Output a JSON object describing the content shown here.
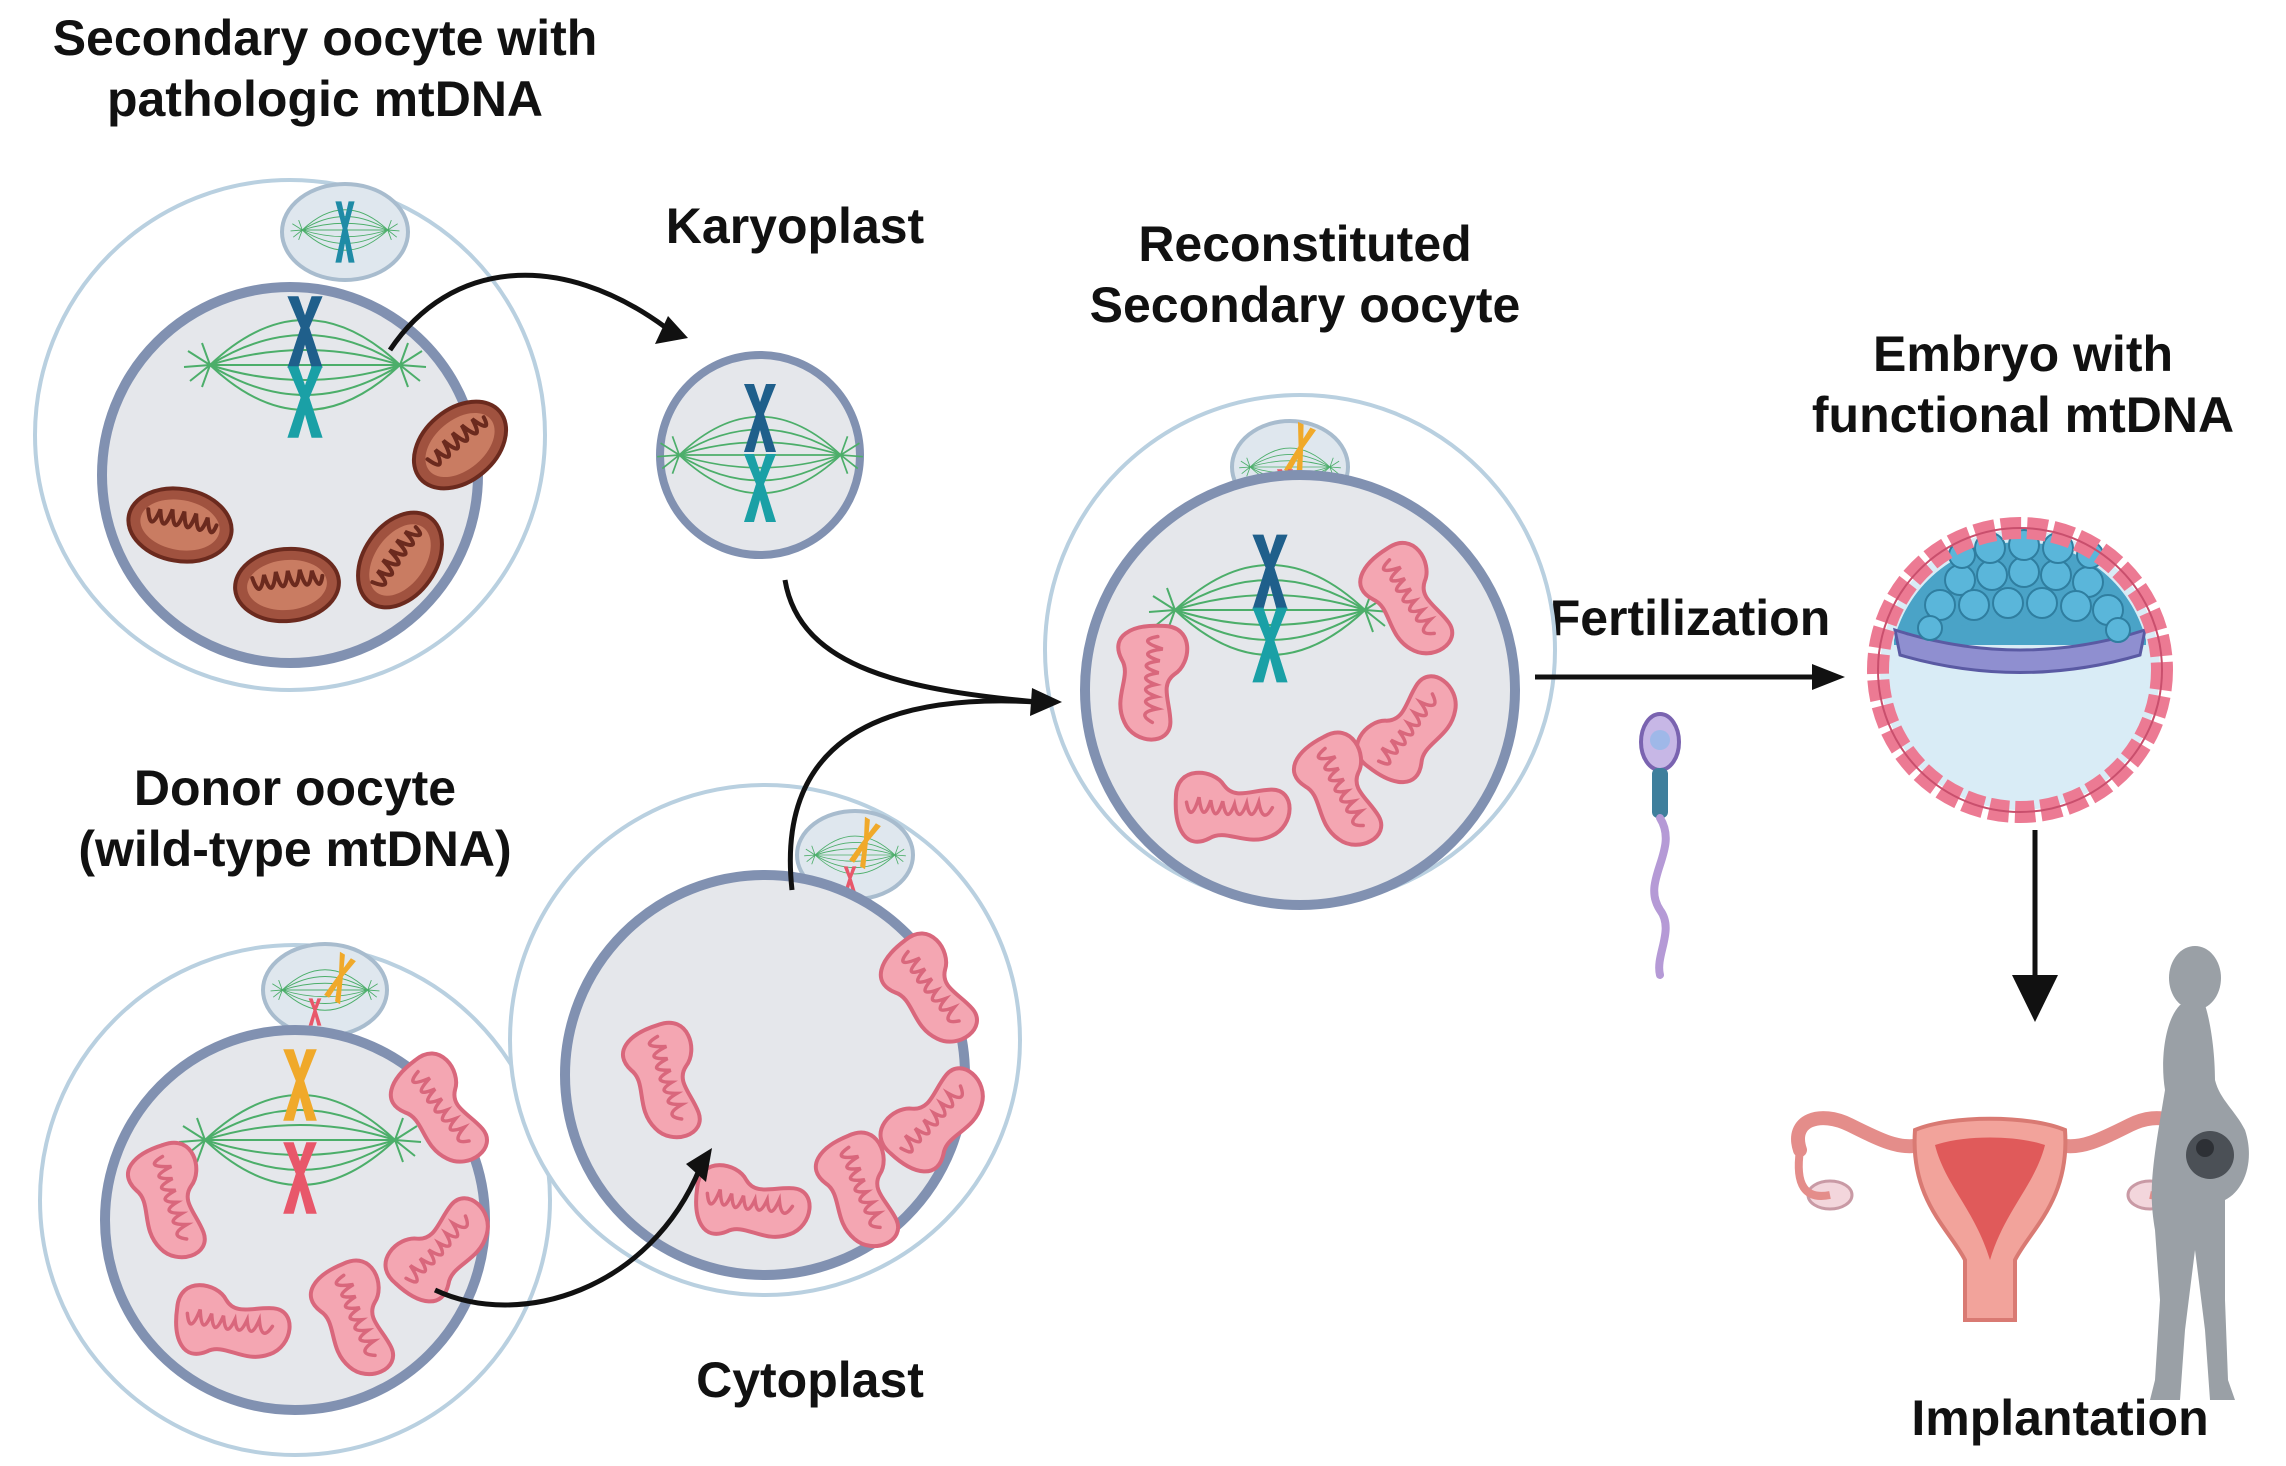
{
  "labels": {
    "secondary_oocyte": [
      "Secondary oocyte with",
      "pathologic mtDNA"
    ],
    "karyoplast": "Karyoplast",
    "reconstituted": [
      "Reconstituted",
      "Secondary oocyte"
    ],
    "embryo": [
      "Embryo with",
      "functional mtDNA"
    ],
    "fertilization": "Fertilization",
    "donor_oocyte": [
      "Donor oocyte",
      "(wild-type mtDNA)"
    ],
    "cytoplast": "Cytoplast",
    "implantation": "Implantation"
  },
  "colors": {
    "diseased_mito": "#a0523f",
    "healthy_mito": "#f4a6b2",
    "patient_chromosome": "#1f6e8c",
    "donor_chromosome": "#f0a92a",
    "embryo_icm": "#4aa3c7",
    "trophectoderm": "#ec7a93"
  }
}
